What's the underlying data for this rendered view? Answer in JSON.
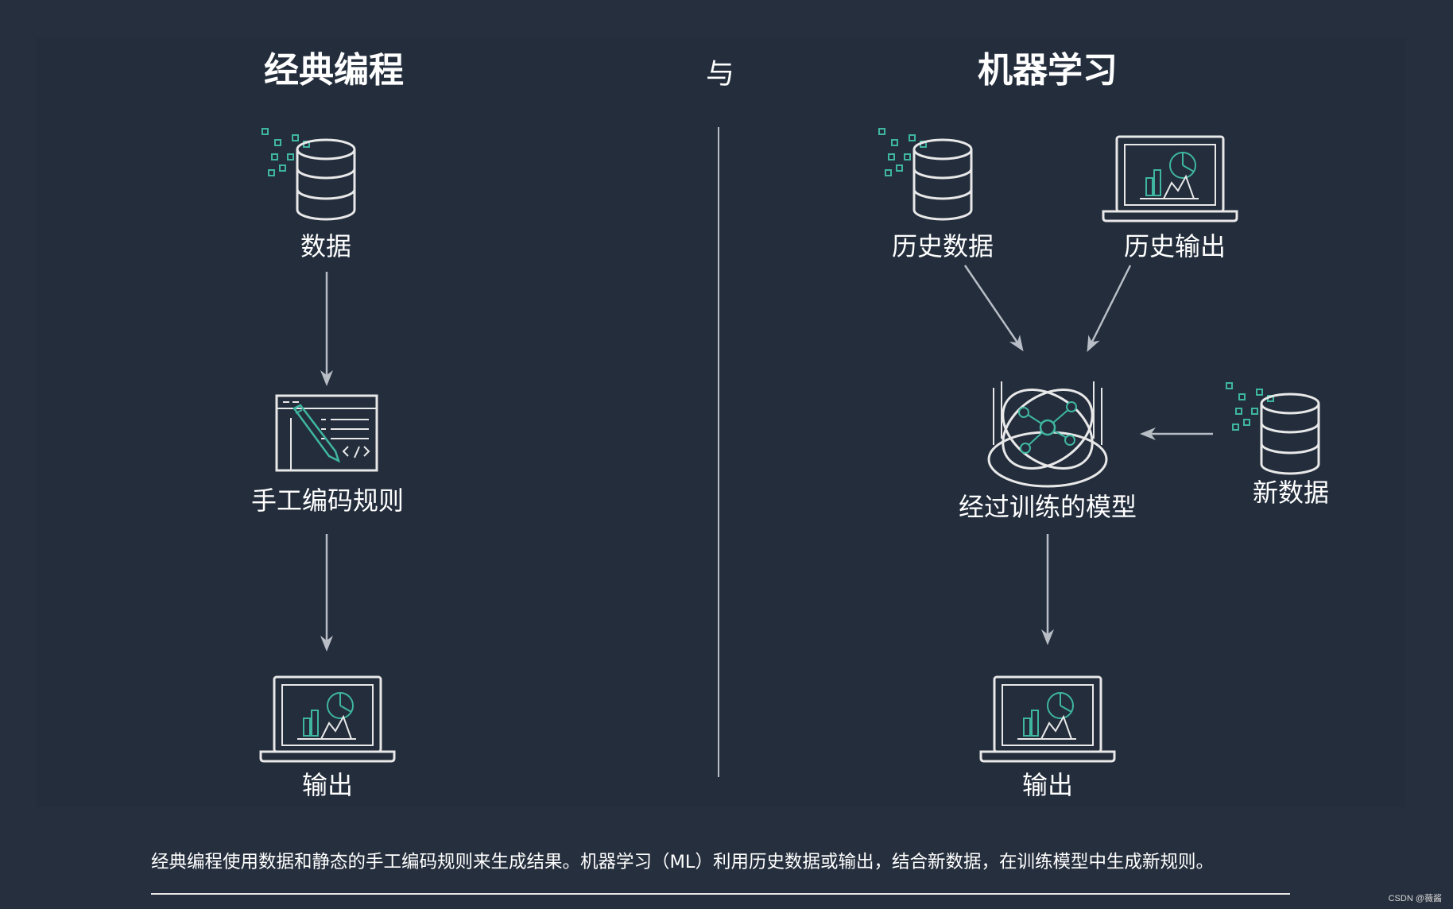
{
  "titles": {
    "classic": "经典编程",
    "versus": "与",
    "ml": "机器学习"
  },
  "classic": {
    "data": "数据",
    "rules": "手工编码规则",
    "output": "输出"
  },
  "ml": {
    "historical_data": "历史数据",
    "historical_output": "历史输出",
    "model": "经过训练的模型",
    "new_data": "新数据",
    "output": "输出"
  },
  "caption": "经典编程使用数据和静态的手工编码规则来生成结果。机器学习（ML）利用历史数据或输出，结合新数据，在训练模型中生成新规则。",
  "credit": "CSDN @薇酱",
  "icons": {
    "database": "database-icon",
    "laptop_chart": "laptop-chart-icon",
    "code_editor": "code-editor-icon",
    "model": "ml-model-icon"
  },
  "colors": {
    "background": "#262f3d",
    "accent_teal": "#3fb6a0",
    "line": "#e8e8e8",
    "arrow": "#b9bec6"
  }
}
